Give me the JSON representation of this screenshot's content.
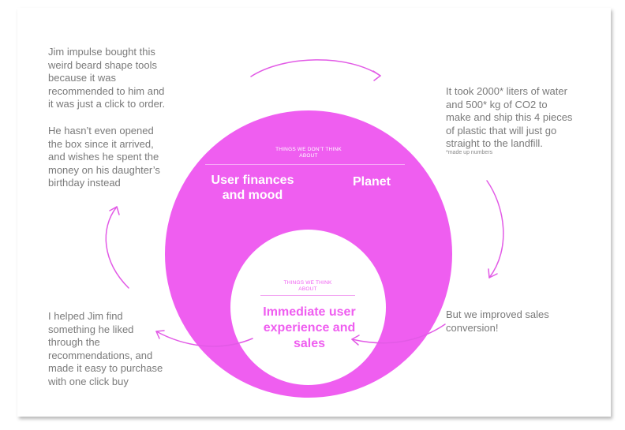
{
  "colors": {
    "magenta": "#ef5ef0",
    "white": "#ffffff",
    "text_gray": "#7a7a7a"
  },
  "left_top_text": "Jim impulse bought this\nweird beard shape tools\nbecause it was\nrecommended to him and\nit was just a click to order.",
  "left_mid_text": "He hasn’t even opened\nthe box since it arrived,\nand wishes he spent the\nmoney on his daughter’s\nbirthday instead",
  "left_bottom_text": "I helped Jim find\nsomething he liked\nthrough the\nrecommendations, and\nmade it easy to purchase\nwith one click buy",
  "right_top_text": "It took 2000* liters of water\nand 500* kg of CO2 to\nmake and ship this 4 pieces\nof plastic that will just go\nstraight to the landfill.",
  "right_top_note": "*made up numbers",
  "right_bottom_text": "But we improved sales\nconversion!",
  "outer_circle": {
    "label": "THINGS WE DON’T THINK\nABOUT",
    "item_left": "User finances\nand mood",
    "item_right": "Planet"
  },
  "inner_circle": {
    "label": "THINGS WE THINK\nABOUT",
    "item": "Immediate user\nexperience and\nsales"
  },
  "arrows": [
    "arrow-top",
    "arrow-right",
    "arrow-bottom-right",
    "arrow-bottom-left",
    "arrow-left"
  ]
}
